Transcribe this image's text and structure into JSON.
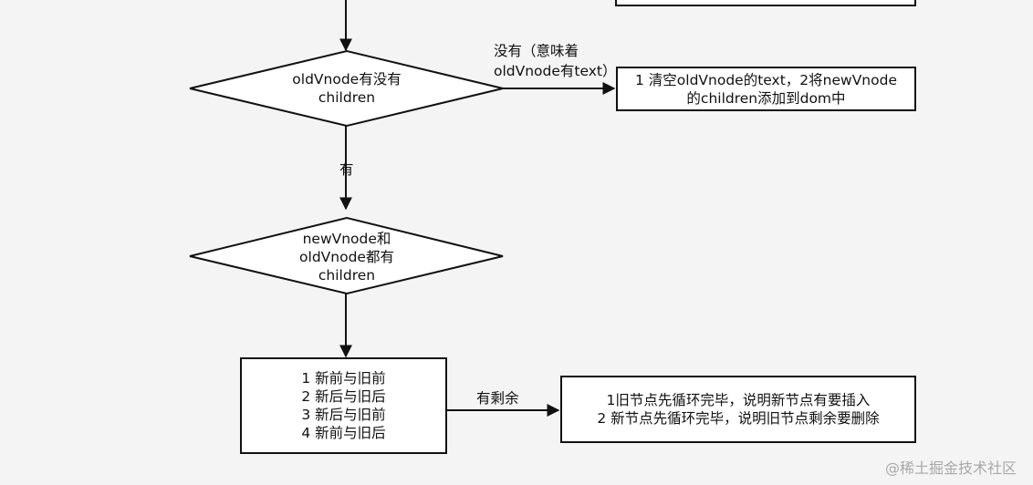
{
  "nodes": {
    "decision_children": "oldVnode有没有\nchildren",
    "box_no_children": "1 清空oldVnode的text，2将newVnode\n的children添加到dom中",
    "decision_both_children": "newVnode和\noldVnode都有\nchildren",
    "box_compare": "1 新前与旧前\n2 新后与旧后\n3 新后与旧前\n4 新前与旧后",
    "box_remaining": "1旧节点先循环完毕，说明新节点有要插入\n2 新节点先循环完毕，说明旧节点剩余要删除"
  },
  "edge_labels": {
    "no_children": "没有（意味着\noldVnode有text）",
    "has": "有",
    "remaining": "有剩余"
  },
  "watermark": "@稀土掘金技术社区"
}
